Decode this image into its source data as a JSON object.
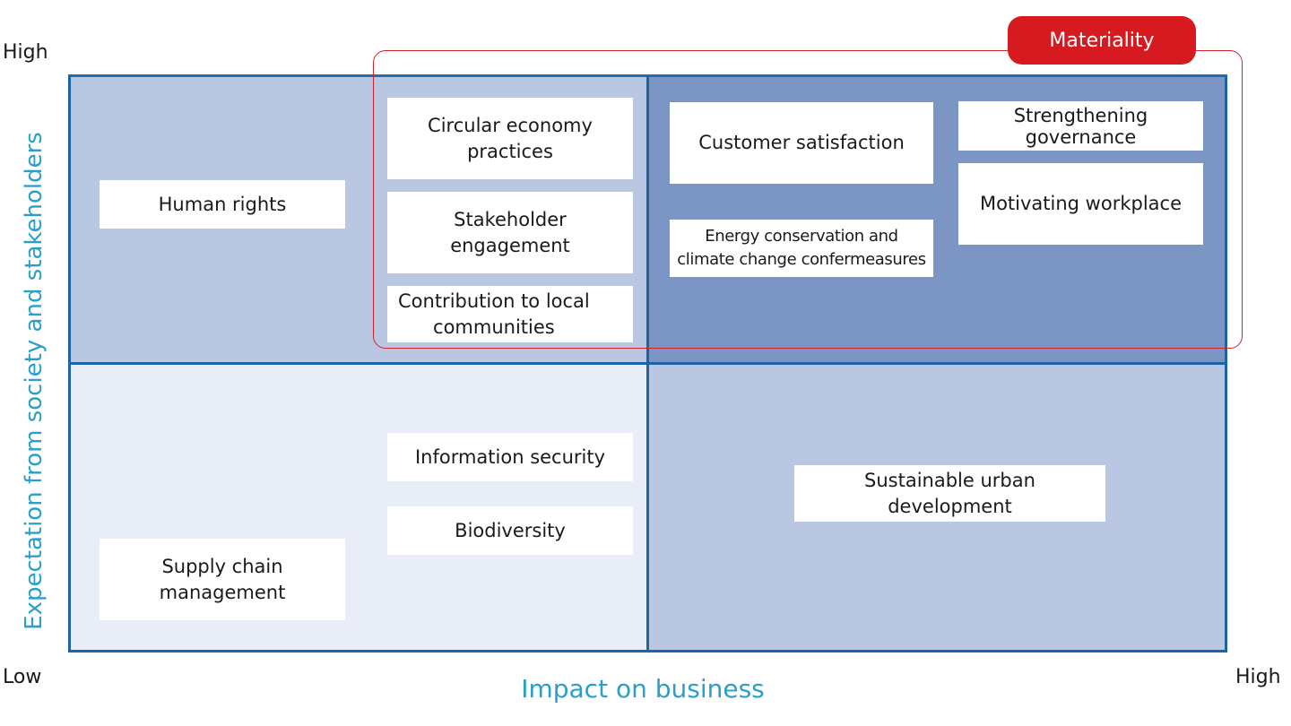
{
  "axes": {
    "y_title": "Expectation from society and stakeholders",
    "x_title": "Impact on business",
    "y_high": "High",
    "y_low": "Low",
    "x_high": "High"
  },
  "materiality_label": "Materiality",
  "colors": {
    "quadrant_top_left": "#bac7e2",
    "quadrant_top_right": "#7b96c4",
    "quadrant_bottom_left": "#e8edf7",
    "quadrant_bottom_right": "#bac7e2",
    "grid_lines": "#1e63a8",
    "axis_title": "#2aa0c8",
    "materiality": "#d71920"
  },
  "topics": {
    "human_rights": "Human rights",
    "circular_economy": "Circular economy\npractices",
    "stakeholder_engagement": "Stakeholder\nengagement",
    "local_communities": "Contribution to local\ncommunities",
    "customer_satisfaction": "Customer satisfaction",
    "strengthening_governance": "Strengthening\ngovernance",
    "motivating_workplace": "Motivating workplace",
    "energy_conservation": "Energy conservation and\nclimate change confermeasures",
    "information_security": "Information security",
    "biodiversity": "Biodiversity",
    "supply_chain": "Supply chain\nmanagement",
    "urban_development": "Sustainable urban\ndevelopment"
  }
}
